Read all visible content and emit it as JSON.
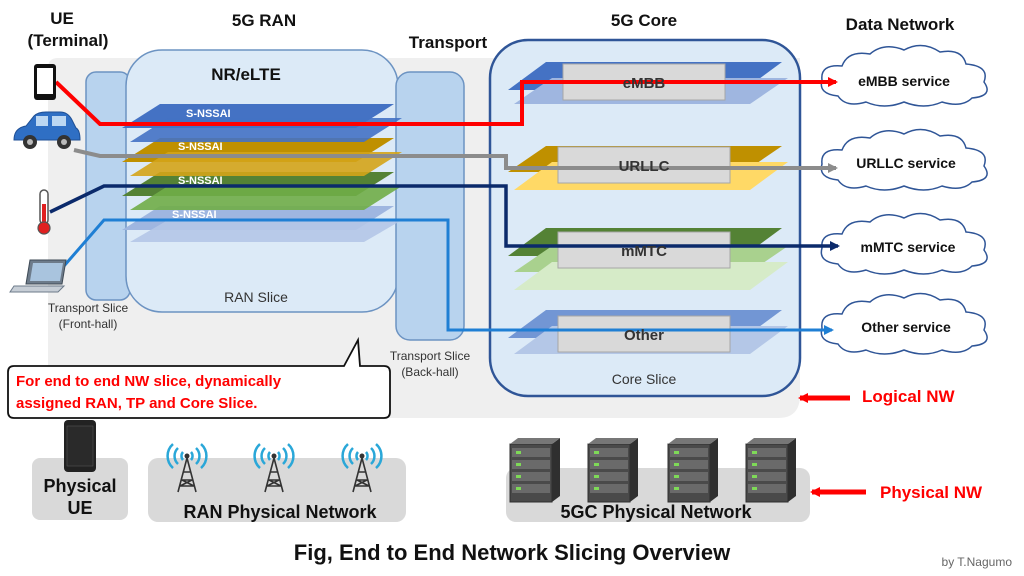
{
  "title": "Fig, End to End Network Slicing Overview",
  "credit": "by T.Nagumo",
  "headers": {
    "ue_line1": "UE",
    "ue_line2": "(Terminal)",
    "ran": "5G RAN",
    "transport": "Transport",
    "core": "5G Core",
    "data_network": "Data Network"
  },
  "ran": {
    "title": "NR/eLTE",
    "slice_label": "RAN Slice",
    "layers": [
      "S-NSSAI",
      "S-NSSAI",
      "S-NSSAI",
      "S-NSSAI"
    ]
  },
  "transport_front_line1": "Transport Slice",
  "transport_front_line2": "(Front-hall)",
  "transport_back_line1": "Transport Slice",
  "transport_back_line2": "(Back-hall)",
  "core": {
    "slice_label": "Core Slice",
    "slices": [
      "eMBB",
      "URLLC",
      "mMTC",
      "Other"
    ]
  },
  "services": [
    "eMBB service",
    "URLLC service",
    "mMTC service",
    "Other service"
  ],
  "callout_line1": "For end to end NW slice, dynamically",
  "callout_line2": "assigned RAN, TP and Core Slice.",
  "logical_nw": "Logical NW",
  "physical_nw": "Physical NW",
  "physical_ue_line1": "Physical",
  "physical_ue_line2": "UE",
  "ran_physical": "RAN Physical  Network",
  "core_physical": "5GC Physical  Network",
  "colors": {
    "embb": "#ff0000",
    "urllc": "#8c8c8c",
    "mmtc": "#0b2a6b",
    "other": "#1f7fd4",
    "accent": "#ff0000"
  }
}
